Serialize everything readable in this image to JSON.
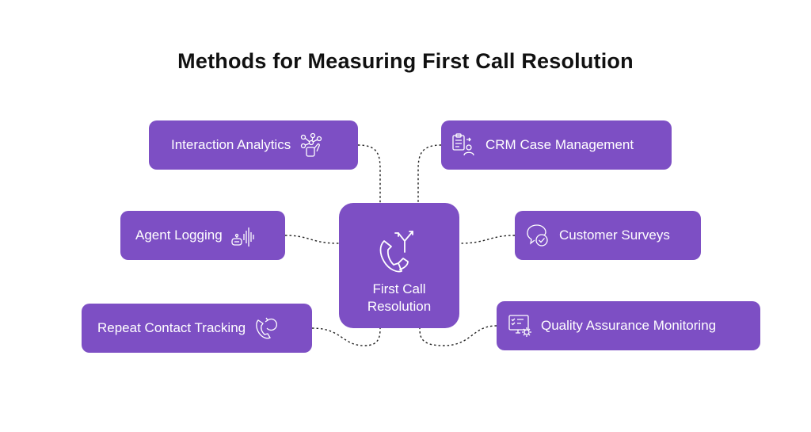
{
  "title": "Methods for Measuring First Call Resolution",
  "center": {
    "label": "First Call Resolution",
    "icon": "phone-with-arrows-icon"
  },
  "nodes": {
    "interaction_analytics": {
      "label": "Interaction Analytics",
      "icon": "network-hand-icon"
    },
    "crm_case_management": {
      "label": "CRM Case Management",
      "icon": "clipboard-user-icon"
    },
    "agent_logging": {
      "label": "Agent Logging",
      "icon": "agent-soundwave-icon"
    },
    "customer_surveys": {
      "label": "Customer Surveys",
      "icon": "chat-check-icon"
    },
    "repeat_contact_tracking": {
      "label": "Repeat Contact Tracking",
      "icon": "phone-repeat-icon"
    },
    "quality_assurance_monitoring": {
      "label": "Quality Assurance Monitoring",
      "icon": "monitor-gear-icon"
    }
  },
  "colors": {
    "node_fill": "#7d4fc4",
    "text": "#ffffff",
    "title": "#111111",
    "connector": "#222222"
  }
}
